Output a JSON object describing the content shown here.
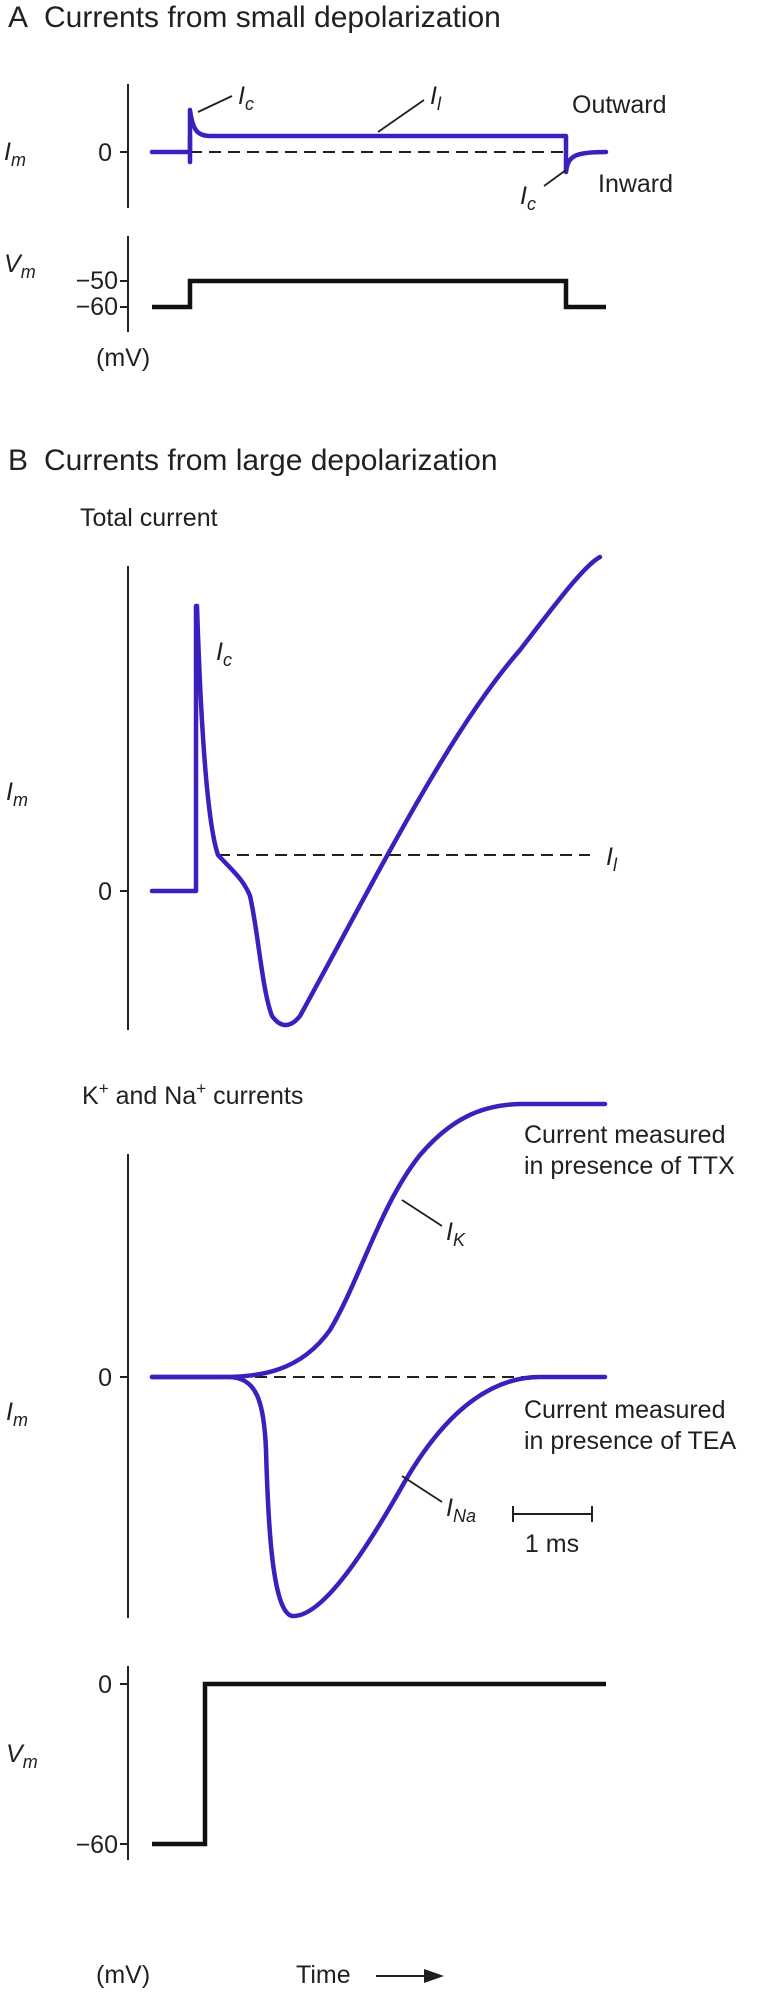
{
  "panel_a": {
    "letter": "A",
    "title": "Currents from small depolarization",
    "im_label": {
      "main": "I",
      "sub": "m"
    },
    "vm_label": {
      "main": "V",
      "sub": "m"
    },
    "zero_tick": "0",
    "v_ticks": [
      "−50",
      "−60"
    ],
    "units": "(mV)",
    "outward": "Outward",
    "inward": "Inward",
    "ic_label": {
      "main": "I",
      "sub": "c"
    },
    "il_label": {
      "main": "I",
      "sub": "l"
    }
  },
  "panel_b": {
    "letter": "B",
    "title": "Currents from large depolarization",
    "total_title": "Total current",
    "im_label": {
      "main": "I",
      "sub": "m"
    },
    "zero_tick": "0",
    "ic_label": {
      "main": "I",
      "sub": "c"
    },
    "il_label": {
      "main": "I",
      "sub": "l"
    },
    "kna_title": {
      "k": "K",
      "plus": "+",
      "and": " and Na",
      "currents": " currents"
    },
    "ttx_note": [
      "Current measured",
      "in presence of TTX"
    ],
    "tea_note": [
      "Current measured",
      "in presence of TEA"
    ],
    "ik_label": {
      "main": "I",
      "sub": "K"
    },
    "ina_label": {
      "main": "I",
      "sub": "Na"
    },
    "scale_bar": "1 ms",
    "vm_label": {
      "main": "V",
      "sub": "m"
    },
    "v_ticks": [
      "0",
      "−60"
    ],
    "units": "(mV)",
    "time_label": "Time"
  },
  "colors": {
    "current_trace": "#3d1fbd",
    "voltage_trace": "#111111",
    "text": "#231f20"
  }
}
